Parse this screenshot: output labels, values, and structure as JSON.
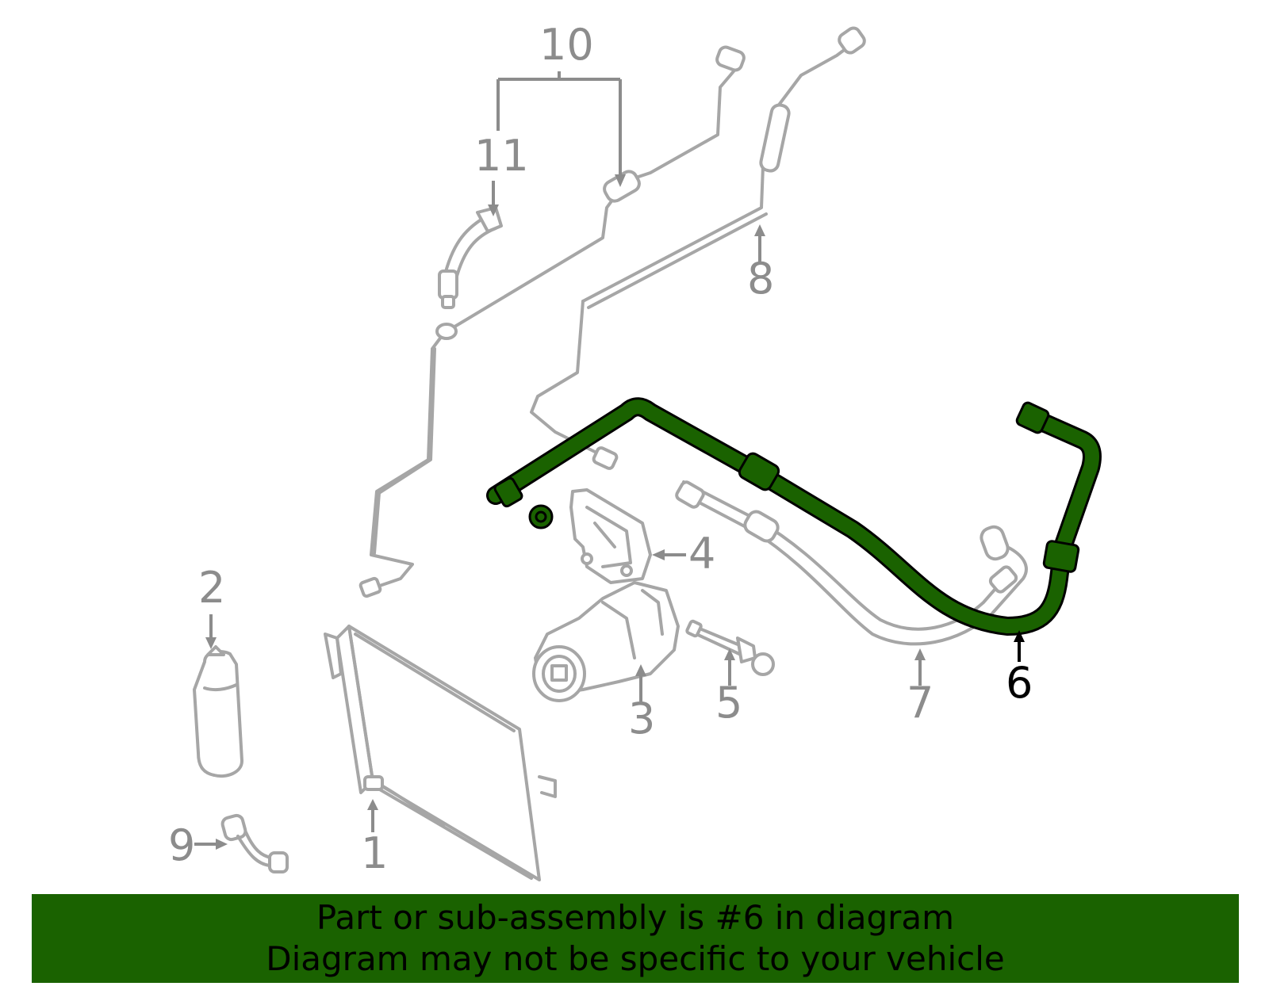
{
  "diagram": {
    "highlight_color": "#1a6200",
    "callouts": [
      "1",
      "2",
      "3",
      "4",
      "5",
      "6",
      "7",
      "8",
      "9",
      "10",
      "11"
    ],
    "highlighted_part": "6"
  },
  "banner": {
    "line1": "Part or sub-assembly is #6 in diagram",
    "line2": "Diagram may not be specific to your vehicle"
  }
}
